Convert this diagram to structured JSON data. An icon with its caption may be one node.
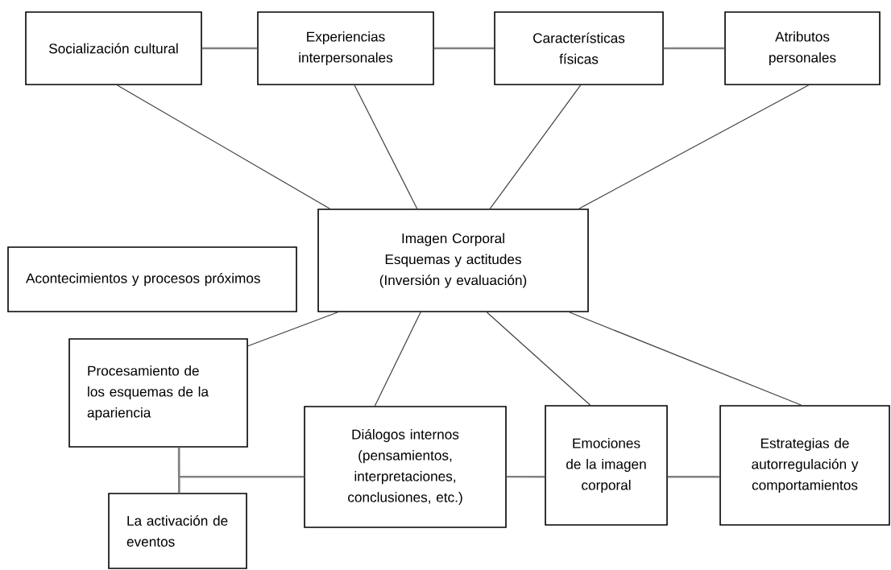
{
  "diagram": {
    "nodes": [
      {
        "text": [
          "Socialización cultural"
        ]
      },
      {
        "text": [
          "Experiencias interpersonales"
        ]
      },
      {
        "text": [
          "Características físicas"
        ]
      },
      {
        "text": [
          "Atributos personales"
        ]
      },
      {
        "text": [
          "Imagen Corporal",
          "Esquemas y actitudes",
          "(Inversión y evaluación)"
        ]
      },
      {
        "text": [
          "Acontecimientos y procesos próximos"
        ]
      },
      {
        "text": [
          "Procesamiento de los esquemas de la apariencia"
        ]
      },
      {
        "text": [
          "Diálogos internos (pensamientos, interpretaciones, conclusiones, etc.)"
        ]
      },
      {
        "text": [
          "Emociones de la imagen corporal"
        ]
      },
      {
        "text": [
          "Estrategias de autorregulación y comportamientos"
        ]
      },
      {
        "text": [
          "La activación de eventos"
        ]
      }
    ],
    "edges": [
      {
        "from": 0,
        "to": 1,
        "arrow": "none"
      },
      {
        "from": 1,
        "to": 2,
        "arrow": "none"
      },
      {
        "from": 2,
        "to": 3,
        "arrow": "none"
      },
      {
        "from": 0,
        "to": 4,
        "arrow": "none",
        "color": "#404040"
      },
      {
        "from": 1,
        "to": 4,
        "arrow": "none",
        "color": "#404040"
      },
      {
        "from": 2,
        "to": 4,
        "arrow": "none",
        "color": "#404040"
      },
      {
        "from": 3,
        "to": 4,
        "arrow": "none",
        "color": "#404040"
      },
      {
        "from": 4,
        "to": 6,
        "arrow": "none",
        "color": "#404040"
      },
      {
        "from": 4,
        "to": 7,
        "arrow": "none",
        "color": "#404040"
      },
      {
        "from": 4,
        "to": 8,
        "arrow": "none",
        "color": "#404040"
      },
      {
        "from": 4,
        "to": 9,
        "arrow": "none",
        "color": "#404040"
      },
      {
        "from": 7,
        "to": 8,
        "arrow": "none"
      },
      {
        "from": 8,
        "to": 9,
        "arrow": "none"
      },
      {
        "from": 6,
        "to": 10,
        "arrow": "none"
      },
      {
        "from": 7,
        "to": 6,
        "arrow": "none"
      },
      {
        "from": 7,
        "to": 10,
        "arrow": "none"
      }
    ]
  }
}
